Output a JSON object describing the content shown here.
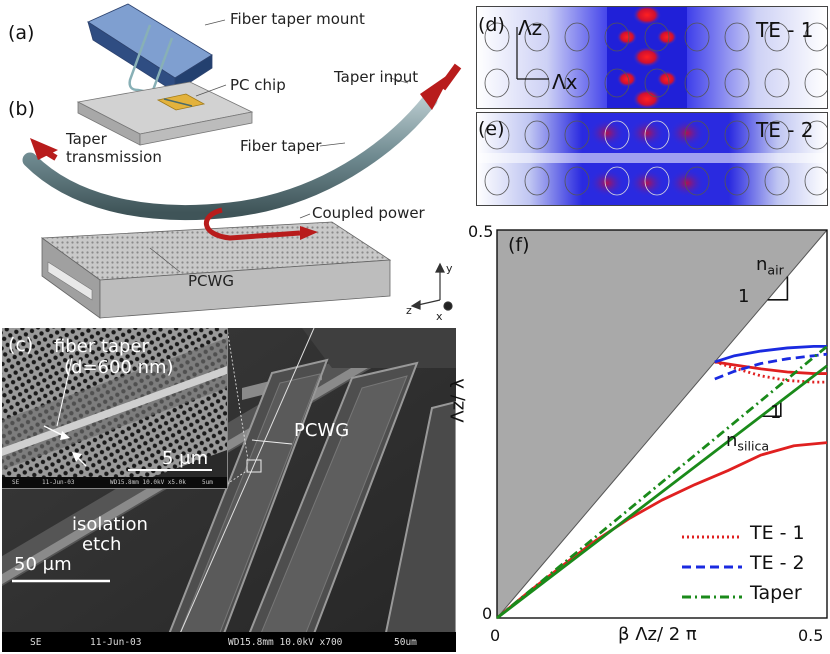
{
  "panel_a": {
    "letter": "(a)",
    "fiber_taper_mount": "Fiber taper mount",
    "pc_chip": "PC chip"
  },
  "panel_b": {
    "letter": "(b)",
    "taper_input": "Taper input",
    "taper_transmission_1": "Taper",
    "taper_transmission_2": "transmission",
    "fiber_taper": "Fiber taper",
    "coupled_power": "Coupled power",
    "pcwg": "PCWG",
    "axis_y": "y",
    "axis_z": "z",
    "axis_x": "x"
  },
  "panel_c": {
    "letter": "(c)",
    "fiber_taper_1": "fiber taper",
    "fiber_taper_2": "(d=600 nm)",
    "inset_scale": "5 μm",
    "pcwg": "PCWG",
    "isolation_1": "isolation",
    "isolation_2": "etch",
    "scale": "50 μm",
    "sem_bar": {
      "mode": "SE",
      "date": "11-Jun-03",
      "params": "WD15.8mm 10.0kV x700",
      "scale": "50um"
    },
    "inset_bar": {
      "mode": "SE",
      "date": "11-Jun-03",
      "params": "WD15.8mm 10.0kV x5.0k",
      "scale": "5um"
    }
  },
  "panel_d": {
    "letter": "(d)",
    "mode": "TE - 1",
    "lambda_z": "Λz",
    "lambda_x": "Λx"
  },
  "panel_e": {
    "letter": "(e)",
    "mode": "TE - 2"
  },
  "panel_f": {
    "letter": "(f)",
    "n_air": "nair",
    "n_silica": "nsilica",
    "slope_one": "1"
  },
  "chart_data": {
    "type": "line",
    "xlabel": "β Λz/ 2 π",
    "ylabel": "Λz/ λ",
    "xlim": [
      0,
      0.5
    ],
    "ylim": [
      0,
      0.5
    ],
    "x_ticks": [
      "0",
      "0.5"
    ],
    "y_ticks": [
      "0",
      "0.5"
    ],
    "light_line": {
      "x": [
        0,
        0.5
      ],
      "y": [
        0,
        0.5
      ]
    },
    "legend_position": "bottom-right",
    "series": [
      {
        "name": "TE - 1",
        "color": "#e02020",
        "dash": "dotted",
        "x": [
          0.33,
          0.36,
          0.4,
          0.44,
          0.48,
          0.5
        ],
        "y": [
          0.33,
          0.322,
          0.312,
          0.306,
          0.304,
          0.304
        ]
      },
      {
        "name": "",
        "color": "#e02020",
        "dash": "solid",
        "x": [
          0.33,
          0.36,
          0.4,
          0.44,
          0.48,
          0.5
        ],
        "y": [
          0.33,
          0.326,
          0.321,
          0.317,
          0.315,
          0.315
        ]
      },
      {
        "name": "TE - 2",
        "color": "#1a2ae0",
        "dash": "dashed",
        "x": [
          0.33,
          0.36,
          0.4,
          0.44,
          0.48,
          0.5
        ],
        "y": [
          0.308,
          0.318,
          0.328,
          0.334,
          0.338,
          0.34
        ]
      },
      {
        "name": "",
        "color": "#1a2ae0",
        "dash": "solid",
        "x": [
          0.33,
          0.36,
          0.4,
          0.44,
          0.48,
          0.5
        ],
        "y": [
          0.33,
          0.338,
          0.344,
          0.348,
          0.35,
          0.35
        ]
      },
      {
        "name": "",
        "color": "#e02020",
        "dash": "solid",
        "x": [
          0,
          0.05,
          0.1,
          0.15,
          0.2,
          0.25,
          0.3,
          0.35,
          0.4,
          0.45,
          0.5
        ],
        "y": [
          0,
          0.035,
          0.068,
          0.1,
          0.128,
          0.152,
          0.172,
          0.19,
          0.21,
          0.222,
          0.226
        ]
      },
      {
        "name": "",
        "color": "#1a8a1a",
        "dash": "solid",
        "x": [
          0,
          0.5
        ],
        "y": [
          0,
          0.325
        ]
      },
      {
        "name": "Taper",
        "color": "#1a8a1a",
        "dash": "dashdot",
        "x": [
          0,
          0.5
        ],
        "y": [
          0,
          0.35
        ]
      }
    ]
  }
}
